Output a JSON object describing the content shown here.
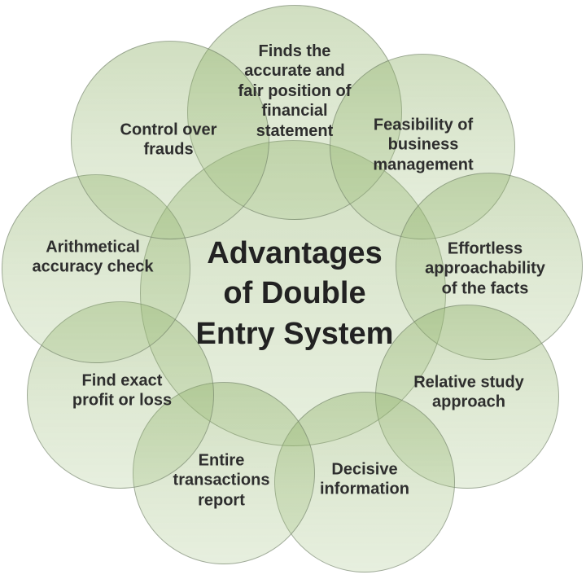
{
  "diagram": {
    "title": {
      "lines": [
        "Advantages",
        "of Double",
        "Entry System"
      ]
    },
    "nodes": {
      "top": {
        "lines": [
          "Finds the",
          "accurate and",
          "fair position of",
          "financial",
          "statement"
        ]
      },
      "top_right": {
        "lines": [
          "Feasibility of",
          "business",
          "management"
        ]
      },
      "right": {
        "lines": [
          "Effortless",
          "approachability",
          "of the facts"
        ]
      },
      "bottom_right": {
        "lines": [
          "Relative study",
          "approach"
        ]
      },
      "bottom_mid_right": {
        "lines": [
          "Decisive",
          "information"
        ]
      },
      "bottom_mid_left": {
        "lines": [
          "Entire",
          "transactions",
          "report"
        ]
      },
      "bottom_left": {
        "lines": [
          "Find exact",
          "profit or loss"
        ]
      },
      "left": {
        "lines": [
          "Arithmetical",
          "accuracy check"
        ]
      },
      "top_left": {
        "lines": [
          "Control over",
          "frauds"
        ]
      }
    },
    "colors": {
      "circle_fill_top": "#cfdfc1",
      "circle_fill_bottom": "#e7efde",
      "circle_overlap": "#c2d4ae",
      "circle_border": "#9aa694",
      "text": "#2e2e2e",
      "background": "#ffffff"
    }
  }
}
